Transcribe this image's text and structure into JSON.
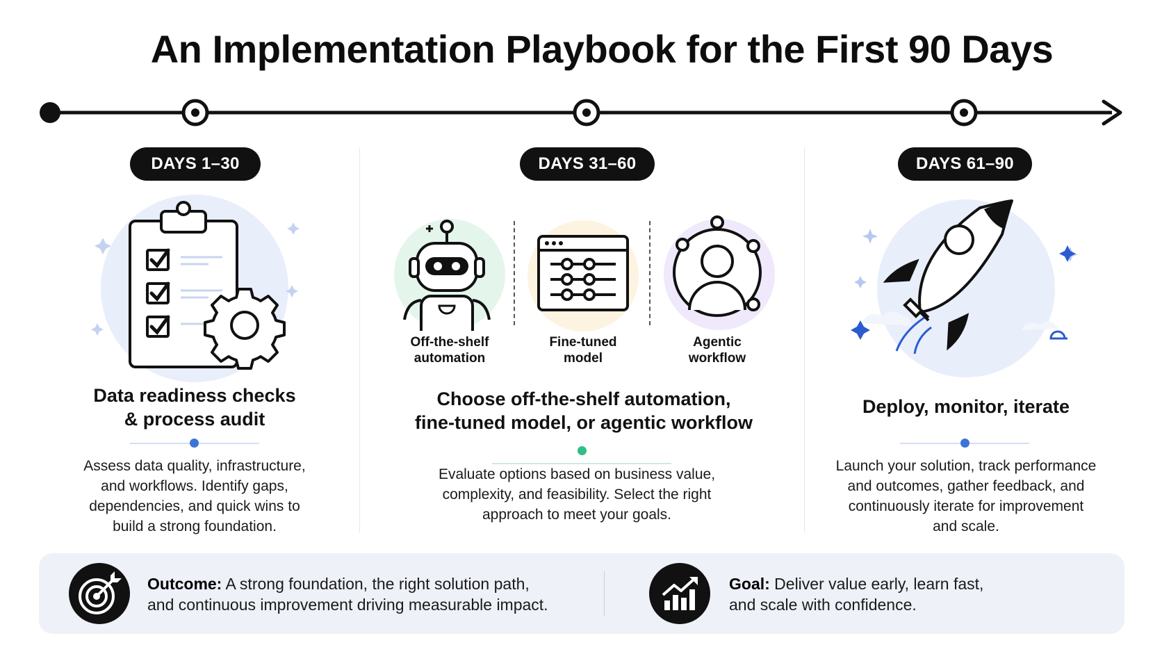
{
  "title": "An Implementation Playbook for the First 90 Days",
  "phases": [
    {
      "label": "DAYS 1–30",
      "heading_line1": "Data readiness checks",
      "heading_line2": "& process audit",
      "body": [
        "Assess data quality, infrastructure,",
        "and workflows. Identify gaps,",
        "dependencies, and quick wins to",
        "build a strong foundation."
      ]
    },
    {
      "label": "DAYS 31–60",
      "heading_line1": "Choose off-the-shelf automation,",
      "heading_line2": "fine-tuned model, or agentic workflow",
      "options": [
        {
          "line1": "Off-the-shelf",
          "line2": "automation"
        },
        {
          "line1": "Fine-tuned",
          "line2": "model"
        },
        {
          "line1": "Agentic",
          "line2": "workflow"
        }
      ],
      "body": [
        "Evaluate options based on business value,",
        "complexity, and feasibility. Select the right",
        "approach to meet your goals."
      ]
    },
    {
      "label": "DAYS 61–90",
      "heading_line1": "Deploy, monitor, iterate",
      "body": [
        "Launch your solution, track performance",
        "and outcomes, gather feedback, and",
        "continuously iterate for improvement",
        "and scale."
      ]
    }
  ],
  "footer": {
    "outcome_label": "Outcome:",
    "outcome_line1": "A strong foundation, the right solution path,",
    "outcome_line2": "and continuous improvement driving measurable impact.",
    "goal_label": "Goal:",
    "goal_line1": "Deliver value early, learn fast,",
    "goal_line2": "and scale with confidence."
  },
  "icons": {
    "phase1": "clipboard-checklist-gear-icon",
    "phase2a": "robot-icon",
    "phase2b": "sliders-window-icon",
    "phase2c": "person-network-icon",
    "phase3": "rocket-icon",
    "outcome": "target-icon",
    "goal": "growth-chart-icon"
  },
  "colors": {
    "accent_blue": "#3b73d9",
    "accent_green": "#2fbf87",
    "ink": "#111111",
    "panel": "#eef1f7"
  }
}
